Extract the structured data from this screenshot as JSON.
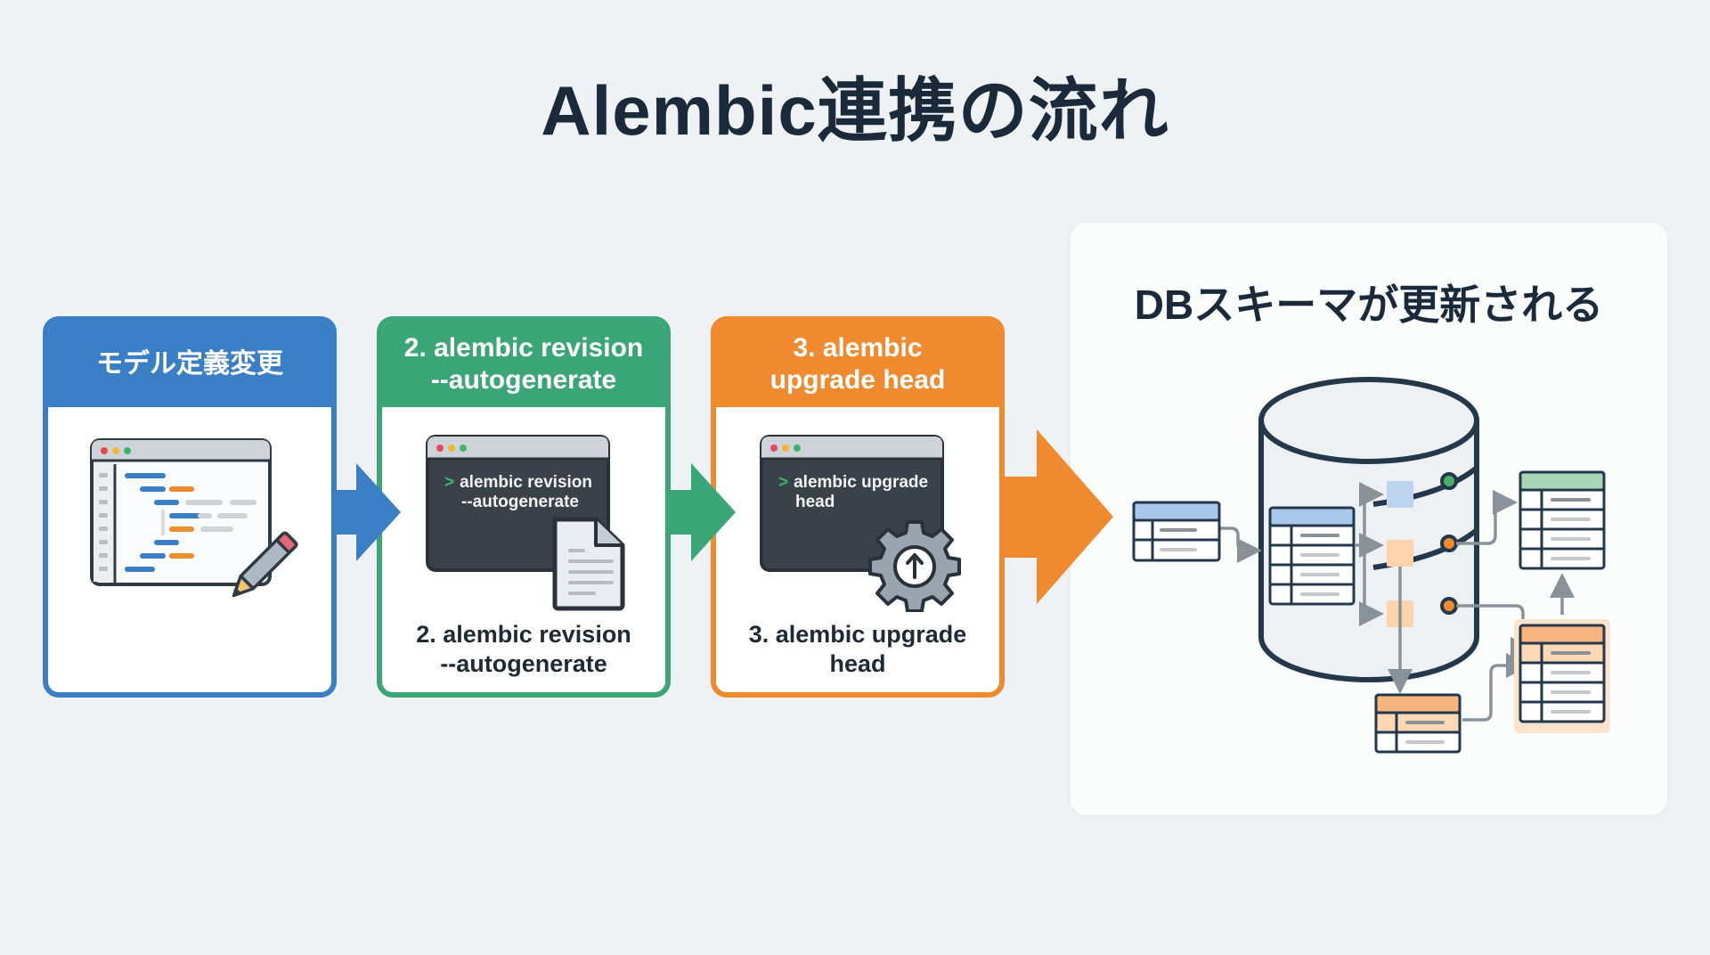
{
  "title": "Alembic連携の流れ",
  "steps": [
    {
      "header": "モデル定義変更",
      "caption": "",
      "color": "#3a7ec5",
      "icon": "code-editor-with-pencil-icon"
    },
    {
      "header": "2. alembic revision --autogenerate",
      "caption_line1": "2. alembic revision",
      "caption_line2": "--autogenerate",
      "terminal_line1": "alembic revision",
      "terminal_line2": "--autogenerate",
      "terminal_prompt": ">",
      "color": "#3aa678",
      "icon": "terminal-with-document-icon"
    },
    {
      "header": "3. alembic upgrade head",
      "caption_line1": "3. alembic upgrade",
      "caption_line2": "head",
      "terminal_line1": "alembic upgrade",
      "terminal_line2": "head",
      "terminal_prompt": ">",
      "color": "#f08a2e",
      "icon": "terminal-with-upgrade-gear-icon"
    }
  ],
  "step_headers": {
    "s1": "モデル定義変更",
    "s2_l1": "2. alembic revision",
    "s2_l2": "--autogenerate",
    "s3_l1": "3. alembic",
    "s3_l2": "upgrade head"
  },
  "result": {
    "title": "DBスキーマが更新される",
    "icon": "database-schema-icon"
  },
  "colors": {
    "background": "#eef2f5",
    "text": "#1b2a3a",
    "blue": "#3a7ec5",
    "green": "#3aa678",
    "orange": "#f08a2e",
    "dark": "#2f3a44"
  }
}
